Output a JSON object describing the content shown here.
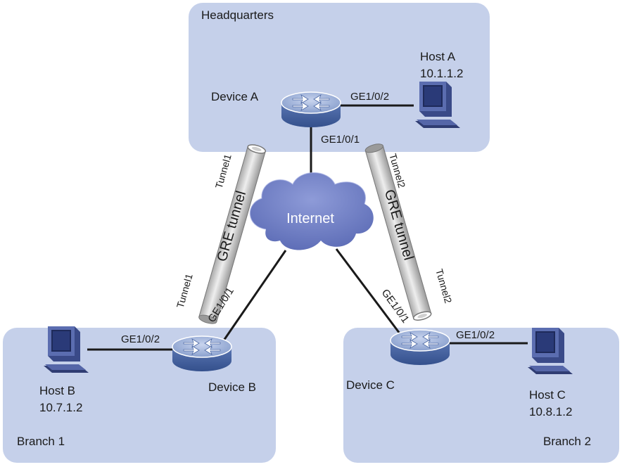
{
  "colors": {
    "region_fill": "#c5d0ea",
    "link": "#1a1a1a",
    "router_top": "#9bb0d6",
    "router_side": "#4e6aa6",
    "cloud": "#6d7cc2",
    "tunnel": "#d7d7d7",
    "pc_body": "#3f4e8a"
  },
  "regions": {
    "hq": "Headquarters",
    "branch1": "Branch 1",
    "branch2": "Branch 2"
  },
  "devices": {
    "a": {
      "name": "Device A"
    },
    "b": {
      "name": "Device B"
    },
    "c": {
      "name": "Device C"
    }
  },
  "hosts": {
    "a": {
      "name": "Host A",
      "ip": "10.1.1.2"
    },
    "b": {
      "name": "Host B",
      "ip": "10.7.1.2"
    },
    "c": {
      "name": "Host C",
      "ip": "10.8.1.2"
    }
  },
  "cloud": {
    "label": "Internet"
  },
  "interfaces": {
    "a_host": "GE1/0/2",
    "a_internet": "GE1/0/1",
    "b_host": "GE1/0/2",
    "b_internet": "GE1/0/1",
    "c_host": "GE1/0/2",
    "c_internet": "GE1/0/1"
  },
  "tunnels": {
    "left": {
      "label": "GRE tunnel",
      "end_top": "Tunnel1",
      "end_bottom": "Tunnel1"
    },
    "right": {
      "label": "GRE tunnel",
      "end_top": "Tunnel2",
      "end_bottom": "Tunnel2"
    }
  }
}
